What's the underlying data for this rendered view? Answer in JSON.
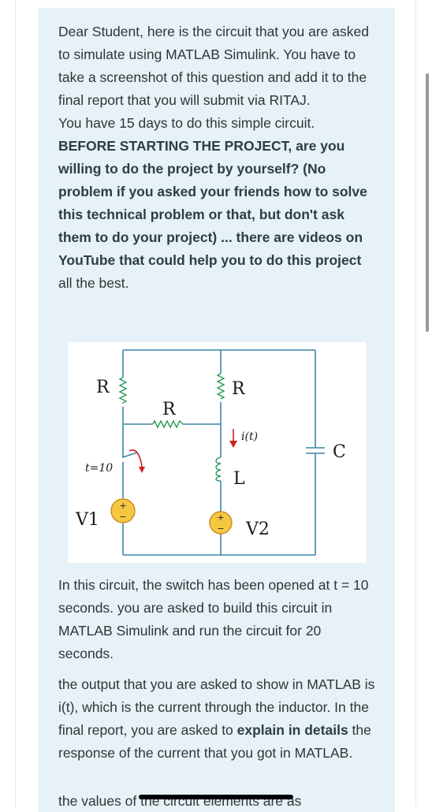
{
  "intro": {
    "line1": "Dear Student, here is the circuit that you are asked to simulate using MATLAB Simulink. You have to take a screenshot of this question and add it to the final report that you will submit via RITAJ.",
    "line2": "You have 15 days to do this simple circuit.",
    "bold": "BEFORE STARTING THE PROJECT, are you willing to do the project by yourself? (No problem if you asked your friends how to solve this technical problem or that, but don't ask them to do your project) ... there are videos on YouTube that could help you to do this project",
    "closing": "all the best."
  },
  "circuit": {
    "r_left": "R",
    "r_middle": "R",
    "r_right": "R",
    "current": "i(t)",
    "inductor": "L",
    "capacitor": "C",
    "switch_time": "t=10",
    "source1": "V1",
    "source2": "V2",
    "plus": "+",
    "minus": "−"
  },
  "para1": "In this circuit, the switch has been opened at t = 10 seconds. you are asked to build this circuit in MATLAB Simulink and run the circuit for 20 seconds.",
  "para2": {
    "before": "the output that you are asked to show in MATLAB is i(t), which is the current through the inductor. In the final report, you are asked to ",
    "bold": "explain in details",
    "after": " the response of the current that you got in MATLAB."
  },
  "cut_text": "the values of the circuit elements are as",
  "colors": {
    "card": "#e6f2f8",
    "wire": "#3a87a8",
    "arrow": "#cc2222",
    "source_fill": "#f5c842"
  }
}
